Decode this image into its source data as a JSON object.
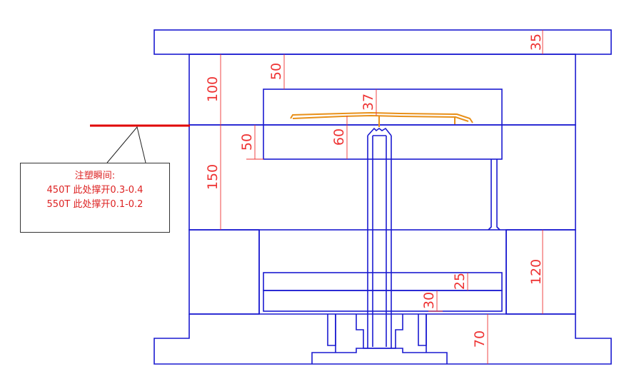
{
  "dimensions": {
    "top_plate": "35",
    "a_plate_clearance": "50",
    "a_plate_height": "100",
    "insert_top": "37",
    "insert_part": "60",
    "insert_lower": "50",
    "b_plate_height": "150",
    "spacer_height": "120",
    "ejector_plate": "25",
    "ejector_retainer": "30",
    "bottom_stack": "70"
  },
  "callout": {
    "title": "注塑瞬间:",
    "line1": "450T  此处撑开0.3-0.4",
    "line2": "550T  此处撑开0.1-0.2"
  },
  "colors": {
    "mold_outline": "#1a1ad0",
    "dimension": "#e33333",
    "part": "#e8901a",
    "parting_line": "#e00000",
    "callout_text": "#dd2222"
  }
}
